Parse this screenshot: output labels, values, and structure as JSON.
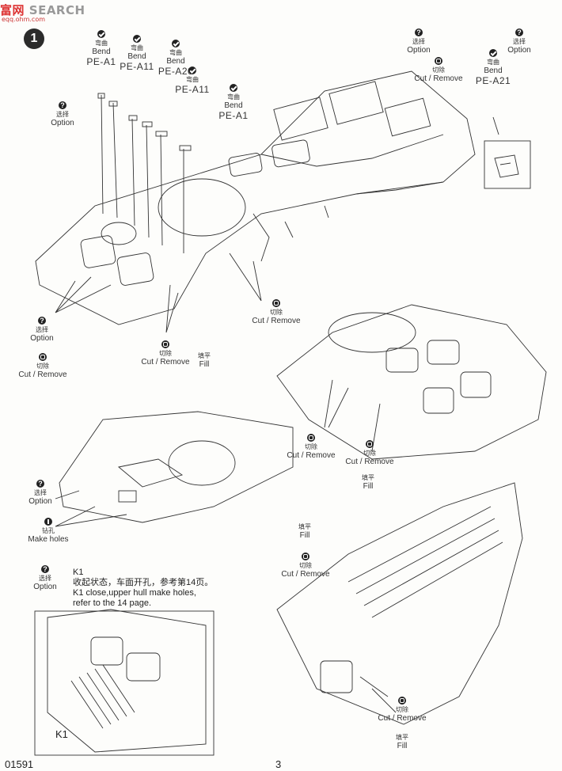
{
  "watermark": {
    "brand_cn": "富",
    "brand_mid": "网",
    "brand_en": "SEARCH",
    "sub": "eqq.ohm.com"
  },
  "step_number": "1",
  "labels": {
    "bend_pe_a1_top": {
      "cn": "弯曲",
      "en": "Bend",
      "part": "PE-A1"
    },
    "bend_pe_a11_top": {
      "cn": "弯曲",
      "en": "Bend",
      "part": "PE-A11"
    },
    "bend_pe_a20": {
      "cn": "弯曲",
      "en": "Bend",
      "part": "PE-A20"
    },
    "bend_pe_a11_mid": {
      "cn": "弯曲",
      "en": "PE-A11"
    },
    "bend_pe_a1_mid": {
      "cn": "弯曲",
      "en": "Bend",
      "part": "PE-A1"
    },
    "option_left_top": {
      "cn": "选择",
      "en": "Option"
    },
    "option_right_a": {
      "cn": "选择",
      "en": "Option"
    },
    "cut_right_top": {
      "cn": "切除",
      "en": "Cut / Remove"
    },
    "option_right_b": {
      "cn": "选择",
      "en": "Option"
    },
    "bend_pe_a21": {
      "cn": "弯曲",
      "en": "Bend",
      "part": "PE-A21"
    },
    "cut_mid_center": {
      "cn": "切除",
      "en": "Cut / Remove"
    },
    "option_left_mid": {
      "cn": "选择",
      "en": "Option"
    },
    "cut_left_mid": {
      "cn": "切除",
      "en": "Cut / Remove"
    },
    "cut_center_low": {
      "cn": "切除",
      "en": "Cut / Remove"
    },
    "fill_center_low": {
      "cn": "填平",
      "en": "Fill"
    },
    "cut_right_mid_a": {
      "cn": "切除",
      "en": "Cut / Remove"
    },
    "cut_right_mid_b": {
      "cn": "切除",
      "en": "Cut / Remove"
    },
    "fill_right_mid": {
      "cn": "填平",
      "en": "Fill"
    },
    "option_left_low": {
      "cn": "选择",
      "en": "Option"
    },
    "drill_left_low": {
      "cn": "钻孔",
      "en": "Make holes"
    },
    "fill_right_low": {
      "cn": "填平",
      "en": "Fill"
    },
    "cut_right_low": {
      "cn": "切除",
      "en": "Cut / Remove"
    },
    "option_bottom": {
      "cn": "选择",
      "en": "Option"
    },
    "cut_bottom": {
      "cn": "切除",
      "en": "Cut / Remove"
    },
    "fill_bottom": {
      "cn": "填平",
      "en": "Fill"
    }
  },
  "note": {
    "prefix": "K1",
    "cn": "收起状态，车面开孔，参考第14页。",
    "line1": "K1 close,upper hull make holes,",
    "line2": "refer to the 14 page."
  },
  "k1_label": "K1",
  "footer": {
    "code": "01591",
    "page": "3"
  }
}
